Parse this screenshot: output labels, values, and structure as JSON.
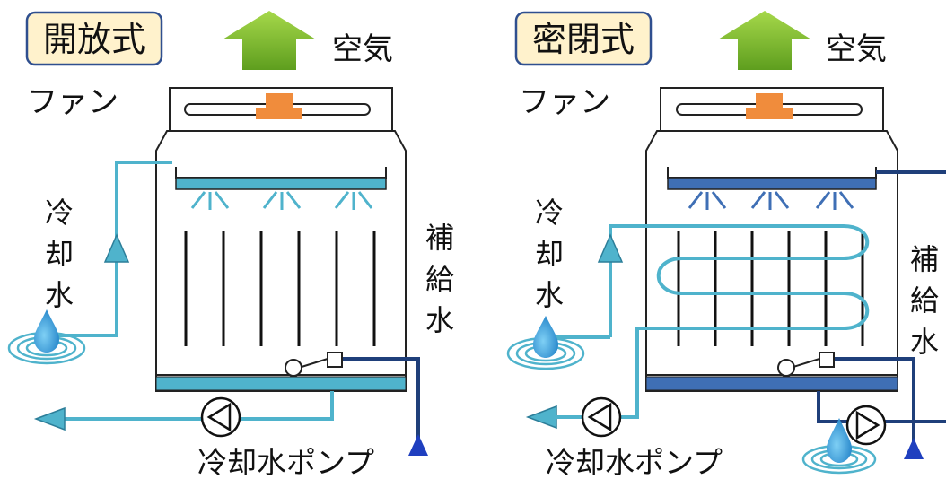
{
  "left": {
    "title": "開放式",
    "air": "空気",
    "fan": "ファン",
    "cooling_water": [
      "冷",
      "却",
      "水"
    ],
    "makeup_water": [
      "補",
      "給",
      "水"
    ],
    "pump": "冷却水ポンプ"
  },
  "right": {
    "title": "密閉式",
    "air": "空気",
    "fan": "ファン",
    "cooling_water": [
      "冷",
      "却",
      "水"
    ],
    "makeup_water": [
      "補",
      "給",
      "水"
    ],
    "pump": "冷却水ポンプ"
  },
  "colors": {
    "title_box_fill": "#FFF2CC",
    "title_box_stroke": "#2F4F8F",
    "arrow_green": "#76B82A",
    "fan_orange": "#F08C3C",
    "open_water": "#4FB3CC",
    "closed_water": "#3F6FB5",
    "makeup_line": "#1F3F7A",
    "makeup_arrow": "#1F3FBF",
    "outline": "#222222",
    "droplet": "#2E9AD6"
  }
}
